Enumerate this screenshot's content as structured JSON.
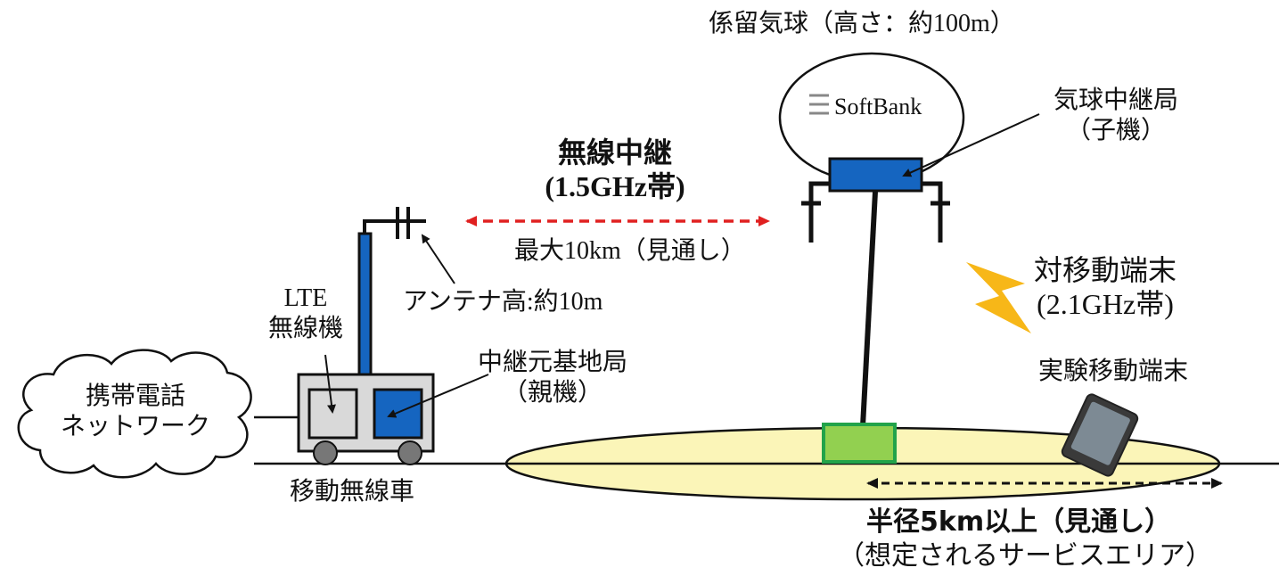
{
  "balloon": {
    "title": "係留気球（高さ：約100m）",
    "logo_text": "SoftBank",
    "relay_label_line1": "気球中継局",
    "relay_label_line2": "（子機）"
  },
  "backhaul": {
    "title": "無線中継",
    "band": "(1.5GHz帯)",
    "range": "最大10km（見通し）"
  },
  "vehicle": {
    "antenna_label": "アンテナ高:約10m",
    "lte_line1": "LTE",
    "lte_line2": "無線機",
    "base_line1": "中継元基地局",
    "base_line2": "（親機）",
    "name": "移動無線車"
  },
  "network": {
    "line1": "携帯電話",
    "line2": "ネットワーク"
  },
  "terminal": {
    "link_line1": "対移動端末",
    "link_line2": "(2.1GHz帯)",
    "device_label": "実験移動端末"
  },
  "coverage": {
    "radius": "半径5km以上（見通し）",
    "note": "（想定されるサービスエリア）"
  },
  "colors": {
    "relay_blue": "#1565c0",
    "coverage_fill": "#fbf5b8",
    "ground_box": "#92d050",
    "ground_box_border": "#22a34a",
    "link_arrow": "#e02020",
    "bolt": "#f7b718",
    "lte_box": "#d9d9d9"
  }
}
